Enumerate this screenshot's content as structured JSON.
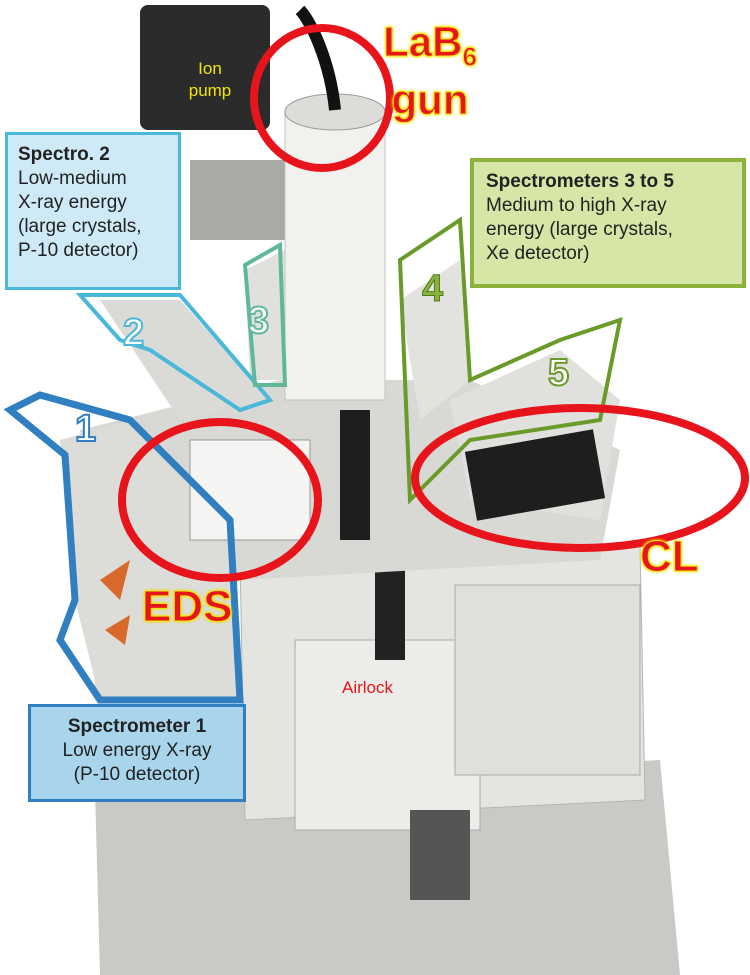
{
  "labels": {
    "ion_pump": "Ion\npump",
    "gun_main": "LaB",
    "gun_sub": "6",
    "gun_word": "gun",
    "eds": "EDS",
    "cl": "CL",
    "airlock": "Airlock"
  },
  "spectro2": {
    "title": "Spectro. 2",
    "lines": [
      "Low-medium",
      "X-ray energy",
      "(large crystals,",
      "P-10 detector)"
    ]
  },
  "spectro345": {
    "title": "Spectrometers 3 to 5",
    "lines": [
      "Medium to high X-ray",
      "energy (large crystals,",
      "Xe detector)"
    ]
  },
  "spectro1": {
    "title": "Spectrometer 1",
    "lines": [
      "Low energy X-ray",
      "(P-10 detector)"
    ]
  },
  "numbers": [
    "1",
    "2",
    "3",
    "4",
    "5"
  ],
  "colors": {
    "highlight_red": "#e8141b",
    "spectro1_blue": "#2f7fc1",
    "spectro2_cyan": "#4ab8d8",
    "spectro3_teal": "#5fb89a",
    "spectro45_green": "#6a9a2a"
  }
}
